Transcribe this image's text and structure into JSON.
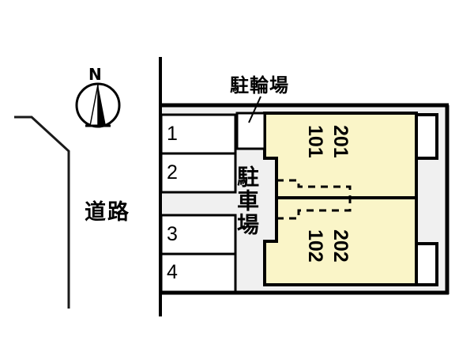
{
  "diagram": {
    "title": "site-layout-plan",
    "colors": {
      "building_fill": "#faf5c8",
      "site_fill": "#f0f0f0",
      "stall_fill": "#ffffff",
      "line": "#000000",
      "balcony_fill": "#ffffff"
    }
  },
  "compass": {
    "label": "N"
  },
  "labels": {
    "road": "道路",
    "bicycle_parking": "駐輪場",
    "car_parking": "駐車場"
  },
  "parking_stalls": [
    {
      "number": "1"
    },
    {
      "number": "2"
    },
    {
      "number": "3"
    },
    {
      "number": "4"
    }
  ],
  "units": [
    {
      "floor1": "101",
      "floor2": "201"
    },
    {
      "floor1": "102",
      "floor2": "202"
    }
  ]
}
